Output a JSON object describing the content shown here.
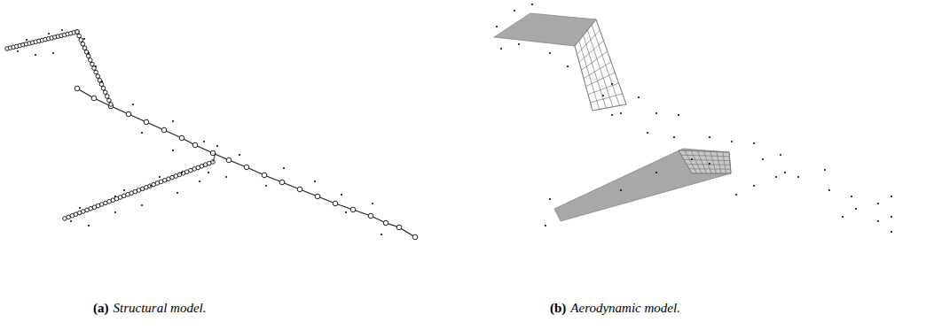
{
  "diagram": {
    "labels": [
      "(a)",
      "Structural model.",
      "(b)",
      "Aerodynamic model."
    ]
  }
}
